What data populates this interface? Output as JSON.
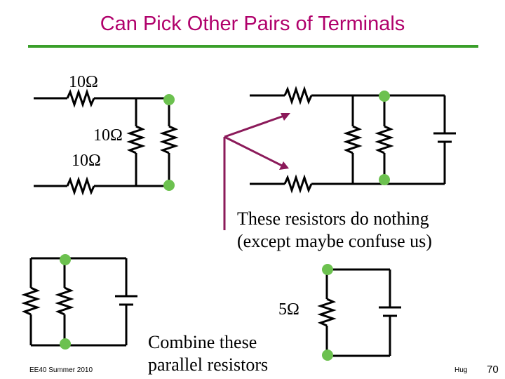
{
  "slide": {
    "title": "Can Pick Other Pairs of Terminals",
    "colors": {
      "title": "#b0006b",
      "rule": "#3a9f2a",
      "terminal": "#6cc14f",
      "arrow": "#8b1a5a",
      "wire": "#000000"
    }
  },
  "circuit_a": {
    "r_top_label": "10Ω",
    "r_mid_label": "10Ω",
    "r_bottom_label": "10Ω"
  },
  "annotation": {
    "line1": "These resistors do nothing",
    "line2": "(except maybe confuse us)"
  },
  "circuit_d": {
    "r_label": "5Ω"
  },
  "combine_note": {
    "line1": "Combine these",
    "line2": "parallel resistors"
  },
  "footer": {
    "course": "EE40 Summer 2010",
    "author": "Hug",
    "page": "70"
  }
}
